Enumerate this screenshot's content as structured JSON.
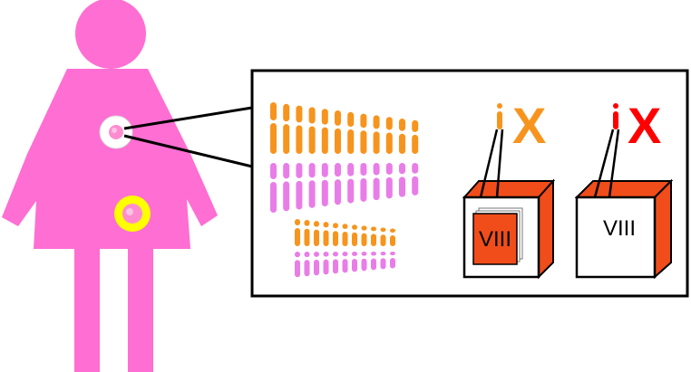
{
  "colors": {
    "body": "#ff6ed2",
    "nucleus_ring": "#ffffff",
    "egg_ring": "#ffff00",
    "egg_fill": "#ff8ccf",
    "chromosome_orange": "#f7941d",
    "chromosome_pink": "#e97de8",
    "x_orange": "#f7941d",
    "x_red": "#ff0000",
    "box_face": "#f04d1a",
    "box_outline": "#000000",
    "callout_border": "#000000"
  },
  "karyotype": {
    "top_row_chromosome_count": 12,
    "bottom_row_chromosome_count": 11
  },
  "box_left": {
    "sex_chromosome_label": "X",
    "label_color_name": "orange",
    "roman_label": "VIII"
  },
  "box_right": {
    "sex_chromosome_label": "X",
    "label_color_name": "red",
    "roman_label": "VIII"
  }
}
